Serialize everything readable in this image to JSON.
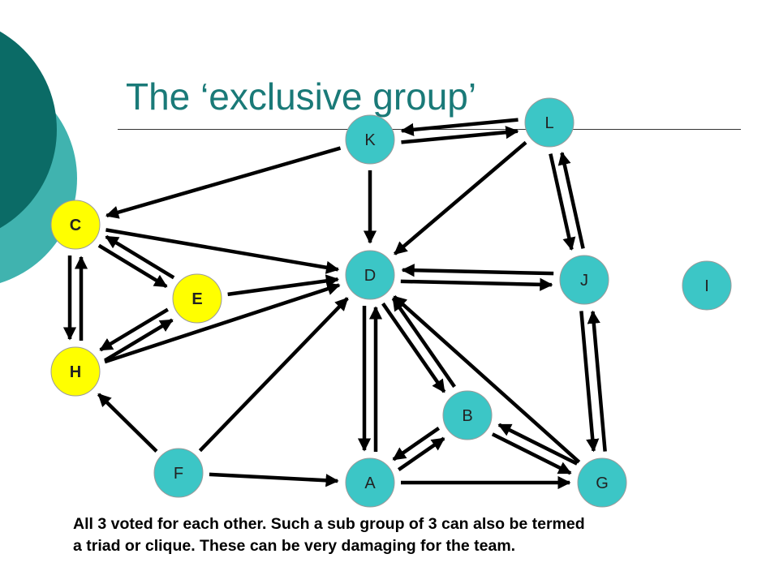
{
  "title": "The ‘exclusive group’",
  "caption": {
    "line1": "All 3 voted for each other.  Such a sub group of 3 can also be termed",
    "line2": "a triad or clique.  These can be very damaging for the team."
  },
  "colors": {
    "teal_dark": "#0b6b66",
    "teal_light": "#1fa6a1",
    "node_teal": "#3cc6c6",
    "node_yellow": "#ffff00",
    "title_color": "#1a7a78"
  },
  "nodes": [
    {
      "id": "K",
      "label": "K",
      "highlight": false
    },
    {
      "id": "L",
      "label": "L",
      "highlight": false
    },
    {
      "id": "C",
      "label": "C",
      "highlight": true
    },
    {
      "id": "D",
      "label": "D",
      "highlight": false
    },
    {
      "id": "E",
      "label": "E",
      "highlight": true
    },
    {
      "id": "J",
      "label": "J",
      "highlight": false
    },
    {
      "id": "I",
      "label": "I",
      "highlight": false
    },
    {
      "id": "H",
      "label": "H",
      "highlight": true
    },
    {
      "id": "B",
      "label": "B",
      "highlight": false
    },
    {
      "id": "F",
      "label": "F",
      "highlight": false
    },
    {
      "id": "A",
      "label": "A",
      "highlight": false
    },
    {
      "id": "G",
      "label": "G",
      "highlight": false
    }
  ],
  "edges": [
    {
      "from": "K",
      "to": "L"
    },
    {
      "from": "L",
      "to": "K"
    },
    {
      "from": "K",
      "to": "C"
    },
    {
      "from": "K",
      "to": "D"
    },
    {
      "from": "L",
      "to": "D"
    },
    {
      "from": "L",
      "to": "J"
    },
    {
      "from": "J",
      "to": "L"
    },
    {
      "from": "C",
      "to": "D"
    },
    {
      "from": "C",
      "to": "E"
    },
    {
      "from": "E",
      "to": "C"
    },
    {
      "from": "C",
      "to": "H"
    },
    {
      "from": "H",
      "to": "C"
    },
    {
      "from": "E",
      "to": "D"
    },
    {
      "from": "E",
      "to": "H"
    },
    {
      "from": "H",
      "to": "E"
    },
    {
      "from": "H",
      "to": "D"
    },
    {
      "from": "D",
      "to": "J"
    },
    {
      "from": "J",
      "to": "D"
    },
    {
      "from": "D",
      "to": "A"
    },
    {
      "from": "A",
      "to": "D"
    },
    {
      "from": "D",
      "to": "B"
    },
    {
      "from": "B",
      "to": "D"
    },
    {
      "from": "G",
      "to": "D"
    },
    {
      "from": "J",
      "to": "G"
    },
    {
      "from": "G",
      "to": "J"
    },
    {
      "from": "F",
      "to": "H"
    },
    {
      "from": "F",
      "to": "D"
    },
    {
      "from": "F",
      "to": "A"
    },
    {
      "from": "A",
      "to": "B"
    },
    {
      "from": "B",
      "to": "A"
    },
    {
      "from": "A",
      "to": "G"
    },
    {
      "from": "B",
      "to": "G"
    },
    {
      "from": "G",
      "to": "B"
    }
  ]
}
